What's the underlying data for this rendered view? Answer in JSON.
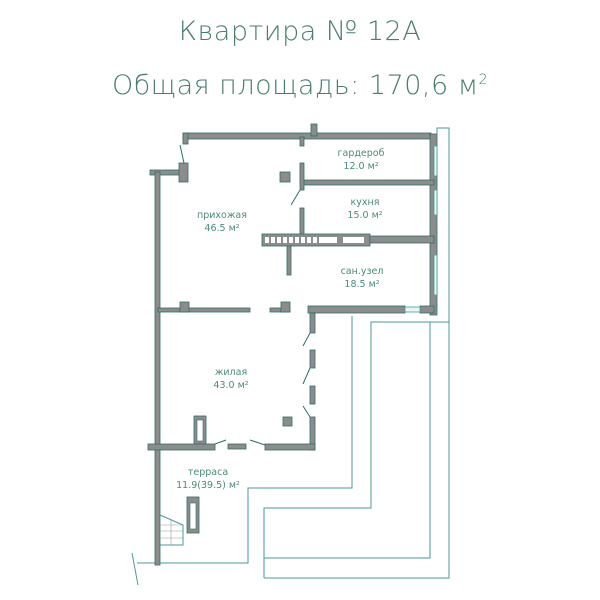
{
  "header": {
    "title": "Квартира № 12А",
    "area_label": "Общая площадь: 170,6 м",
    "area_sup": "2"
  },
  "rooms": [
    {
      "name": "гардероб",
      "area": "12.0 м²"
    },
    {
      "name": "кухня",
      "area": "15.0 м²"
    },
    {
      "name": "прихожая",
      "area": "46.5 м²"
    },
    {
      "name": "сан.узел",
      "area": "18.5 м²"
    },
    {
      "name": "жилая",
      "area": "43.0 м²"
    },
    {
      "name": "терраса",
      "area": "11.9(39.5) м²"
    }
  ],
  "colors": {
    "text": "#4a7d6e",
    "wall": "#8c8c8c",
    "outline": "#2f6d68",
    "terrace": "#4a9a98"
  }
}
